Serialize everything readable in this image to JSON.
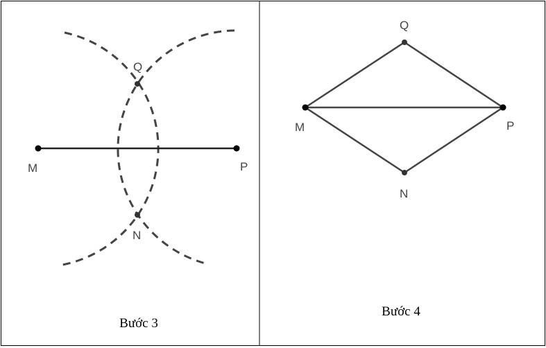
{
  "panels": [
    {
      "caption": "Bước 3",
      "points": {
        "M": "M",
        "P": "P",
        "Q": "Q",
        "N": "N"
      }
    },
    {
      "caption": "Bước 4",
      "points": {
        "M": "M",
        "P": "P",
        "Q": "Q",
        "N": "N"
      }
    }
  ],
  "colors": {
    "line": "#333333",
    "dash": "#444444",
    "border": "#000000"
  }
}
